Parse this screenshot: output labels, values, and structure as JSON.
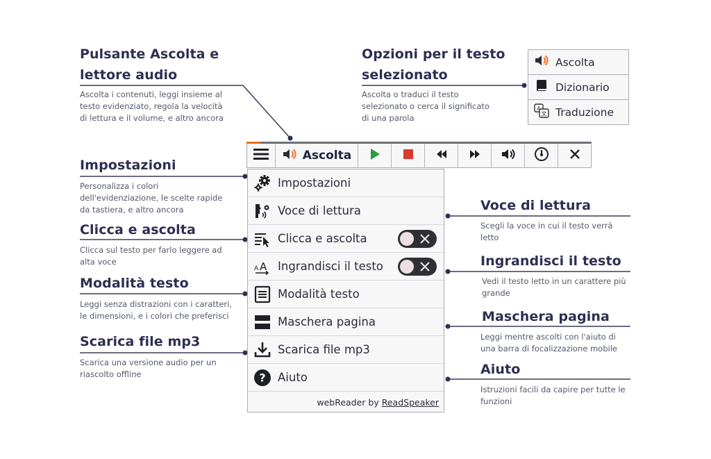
{
  "annotations": {
    "listen": {
      "title_l1": "Pulsante Ascolta e",
      "title_l2": "lettore audio",
      "desc_l1": "Ascolta i contenuti, leggi insieme al",
      "desc_l2": "testo evidenziato, regola la velocità",
      "desc_l3": "di lettura e il volume, e altro ancora"
    },
    "selection": {
      "title_l1": "Opzioni per il testo",
      "title_l2": "selezionato",
      "desc_l1": "Ascolta o traduci il testo",
      "desc_l2": "selezionato o cerca il significato",
      "desc_l3": "di una parola"
    },
    "settings": {
      "title": "Impostazioni",
      "desc_l1": "Personalizza i colori",
      "desc_l2": "dell'evidenziazione, le scelte rapide",
      "desc_l3": "da tastiera, e altro ancora"
    },
    "click_listen": {
      "title": "Clicca e ascolta",
      "desc_l1": "Clicca sul testo per farlo leggere ad",
      "desc_l2": "alta voce"
    },
    "text_mode": {
      "title": "Modalità testo",
      "desc_l1": "Leggi senza distrazioni con i caratteri,",
      "desc_l2": "le dimensioni, e i colori che preferisci"
    },
    "mp3": {
      "title": "Scarica file mp3",
      "desc_l1": "Scarica una versione audio per un",
      "desc_l2": "riascolto offline"
    },
    "voice": {
      "title": "Voce di lettura",
      "desc_l1": "Scegli la voce in cui il testo verrà",
      "desc_l2": "letto"
    },
    "enlarge": {
      "title": "Ingrandisci il testo",
      "desc_l1": "Vedi il testo letto in un carattere più",
      "desc_l2": "grande"
    },
    "mask": {
      "title": "Maschera pagina",
      "desc_l1": "Leggi mentre ascolti con l'aiuto di",
      "desc_l2": "una barra di focalizzazione mobile"
    },
    "help": {
      "title": "Aiuto",
      "desc_l1": "Istruzioni facili da capire per tutte le",
      "desc_l2": "funzioni"
    }
  },
  "toolbar": {
    "listen_label": "Ascolta"
  },
  "menu": {
    "items": [
      {
        "label": "Impostazioni",
        "icon": "gears-icon"
      },
      {
        "label": "Voce di lettura",
        "icon": "voice-icon"
      },
      {
        "label": "Clicca e ascolta",
        "icon": "click-listen-icon",
        "toggle": "off"
      },
      {
        "label": "Ingrandisci il testo",
        "icon": "enlarge-text-icon",
        "toggle": "off"
      },
      {
        "label": "Modalità testo",
        "icon": "text-mode-icon"
      },
      {
        "label": "Maschera pagina",
        "icon": "page-mask-icon"
      },
      {
        "label": "Scarica file mp3",
        "icon": "download-icon"
      },
      {
        "label": "Aiuto",
        "icon": "help-icon"
      }
    ],
    "footer_prefix": "webReader by",
    "footer_brand": "ReadSpeaker"
  },
  "popup": {
    "items": [
      {
        "label": "Ascolta",
        "icon": "speaker-icon"
      },
      {
        "label": "Dizionario",
        "icon": "book-icon"
      },
      {
        "label": "Traduzione",
        "icon": "translate-icon"
      }
    ]
  },
  "colors": {
    "accent_orange": "#f26b1d",
    "play_green": "#2e9a3c",
    "stop_red": "#d83a2e",
    "heading": "#2d2f52"
  }
}
